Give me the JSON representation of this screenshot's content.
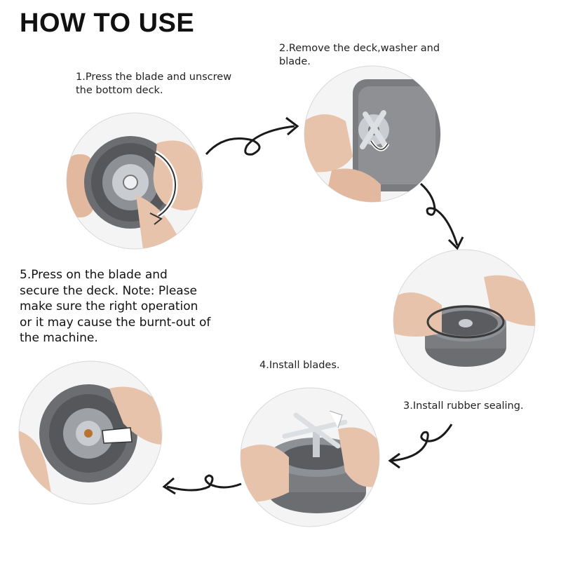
{
  "title": "HOW TO USE",
  "steps": [
    {
      "text": "1.Press the blade and unscrew\nthe bottom deck."
    },
    {
      "text": "2.Remove the deck,washer and\nblade."
    },
    {
      "text": "3.Install rubber sealing."
    },
    {
      "text": "4.Install blades."
    },
    {
      "text": "5.Press on the blade and\nsecure the deck. Note: Please\nmake sure the right operation\nor it may cause the burnt-out of\nthe machine."
    }
  ],
  "colors": {
    "deck_gray": "#6b6d70",
    "deck_dark": "#4a4c4f",
    "skin": "#e8c3ac",
    "metal": "#c9ccd0",
    "arrow": "#1a1a1a"
  }
}
